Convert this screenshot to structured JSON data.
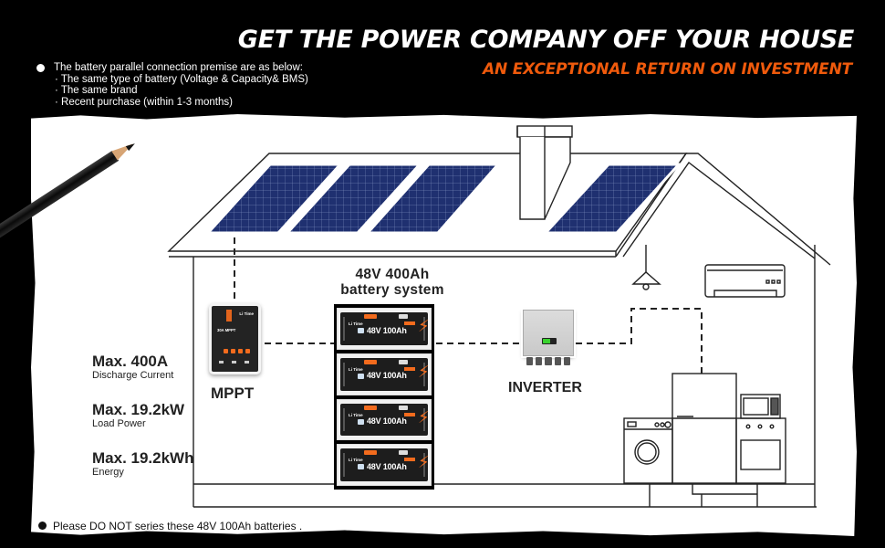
{
  "header": {
    "headline": "GET THE POWER COMPANY OFF YOUR HOUSE",
    "subheadline": "AN EXCEPTIONAL RETURN ON INVESTMENT"
  },
  "premise": {
    "intro": "The battery parallel connection premise are as below:",
    "items": [
      "· The same type of battery (Voltage & Capacity& BMS)",
      "· The same brand",
      "· Recent purchase (within 1-3 months)"
    ]
  },
  "stats": [
    {
      "value": "Max. 400A",
      "label": "Discharge Current"
    },
    {
      "value": "Max. 19.2kW",
      "label": "Load Power"
    },
    {
      "value": "Max. 19.2kWh",
      "label": "Energy"
    }
  ],
  "components": {
    "mppt_label": "MPPT",
    "mppt_brand": "Li Time",
    "mppt_model": "30A MPPT",
    "inverter_label": "INVERTER",
    "battery_system_title_line1": "48V 400Ah",
    "battery_system_title_line2": "battery system"
  },
  "batteries": [
    {
      "brand": "Li Time",
      "model": "48V 100Ah"
    },
    {
      "brand": "Li Time",
      "model": "48V 100Ah"
    },
    {
      "brand": "Li Time",
      "model": "48V 100Ah"
    },
    {
      "brand": "Li Time",
      "model": "48V 100Ah"
    }
  ],
  "warning": "Please DO NOT series these 48V 100Ah batteries .",
  "colors": {
    "accent": "#ef5a0c",
    "background": "#000000",
    "panel": "#1f3070"
  }
}
